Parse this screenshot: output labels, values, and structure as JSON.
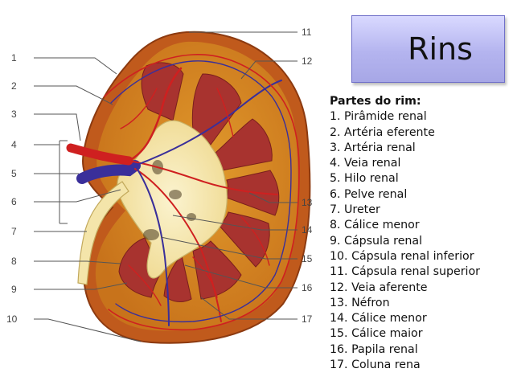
{
  "title": "Rins",
  "legend": {
    "heading": "Partes do rim:",
    "items": [
      "1. Pirâmide renal",
      "2. Artéria eferente",
      "3. Artéria renal",
      "4. Veia renal",
      "5. Hilo renal",
      "6. Pelve renal",
      "7. Ureter",
      "8. Cálice menor",
      "9. Cápsula renal",
      "10. Cápsula renal inferior",
      "11. Cápsula renal superior",
      "12. Veia aferente",
      "13. Néfron",
      "14. Cálice menor",
      "15. Cálice maior",
      "16. Papila renal",
      "17. Coluna rena"
    ]
  },
  "callouts": [
    "1",
    "2",
    "3",
    "4",
    "5",
    "6",
    "7",
    "8",
    "9",
    "10",
    "11",
    "12",
    "13",
    "14",
    "15",
    "16",
    "17"
  ],
  "colors": {
    "capsule": "#c5621e",
    "cortex": "#d2861f",
    "pyramid": "#a8332f",
    "pelvis": "#f6e9b6",
    "artery": "#cf2020",
    "vein": "#3a2f9a",
    "title_box": "#b4b4ef"
  }
}
